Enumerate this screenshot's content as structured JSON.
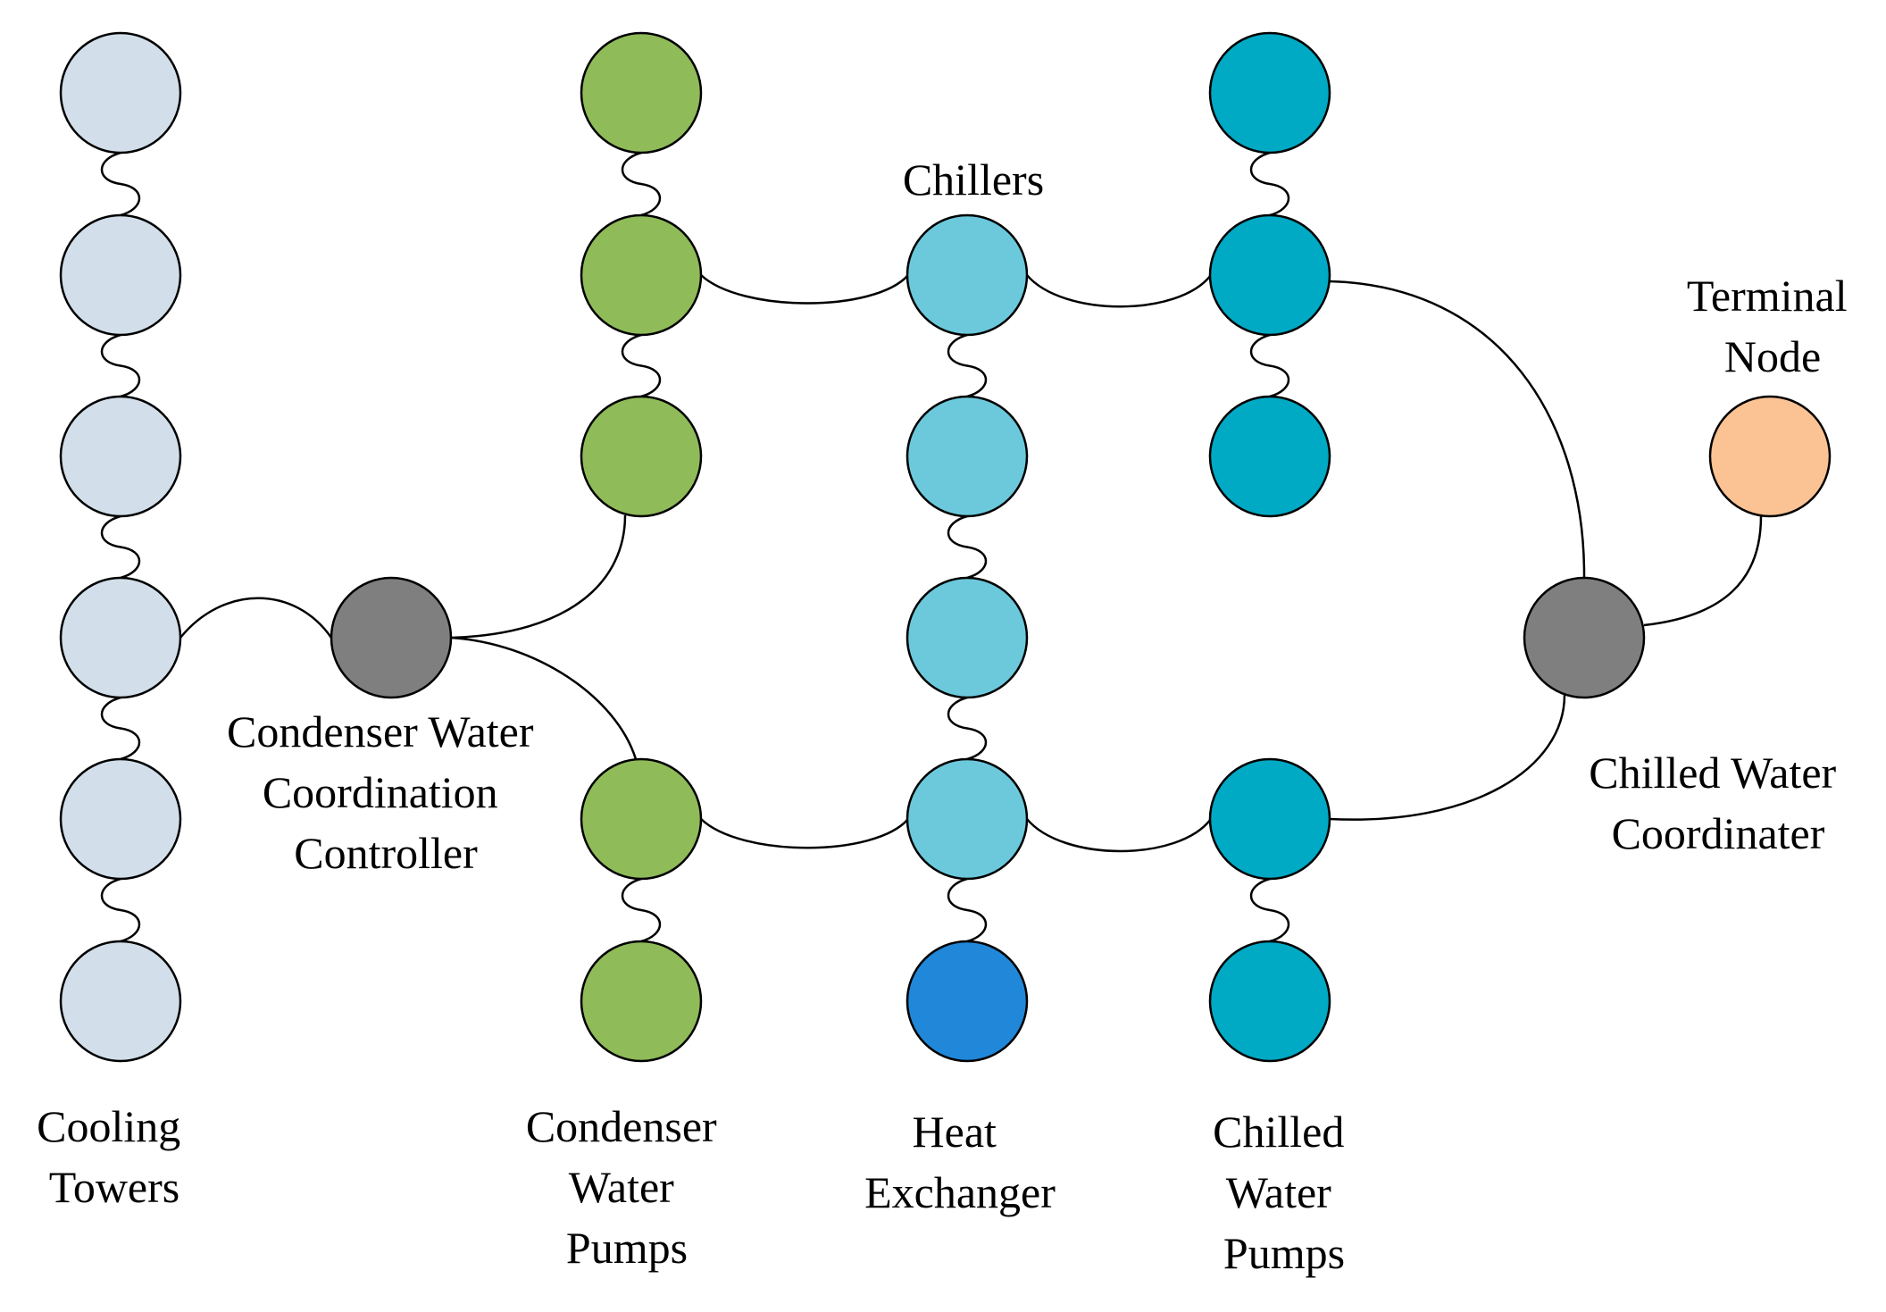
{
  "colors": {
    "cooling_tower": "#d2dfea",
    "condenser_pump": "#8fbb59",
    "chiller": "#6cc9dc",
    "chilled_pump": "#00a9c4",
    "heat_exchanger": "#2187d8",
    "controller": "#7f7f7f",
    "terminal": "#fbc293",
    "line": "#000000"
  },
  "labels": {
    "cooling_towers": [
      "Cooling",
      "Towers"
    ],
    "condenser_controller": [
      "Condenser Water",
      "Coordination",
      "Controller"
    ],
    "condenser_pumps": [
      "Condenser",
      "Water",
      "Pumps"
    ],
    "chillers": [
      "Chillers"
    ],
    "heat_exchanger": [
      "Heat",
      "Exchanger"
    ],
    "chilled_pumps": [
      "Chilled",
      "Water",
      "Pumps"
    ],
    "chilled_coordinator": [
      "Chilled Water",
      "Coordinater"
    ],
    "terminal": [
      "Terminal",
      "Node"
    ]
  },
  "groups": [
    {
      "id": "cooling_towers",
      "count": 6,
      "color_key": "cooling_tower"
    },
    {
      "id": "condenser_pumps",
      "count": 5,
      "color_key": "condenser_pump"
    },
    {
      "id": "chillers",
      "count": 4,
      "color_key": "chiller"
    },
    {
      "id": "heat_exchanger",
      "count": 1,
      "color_key": "heat_exchanger"
    },
    {
      "id": "chilled_pumps",
      "count": 5,
      "color_key": "chilled_pump"
    },
    {
      "id": "condenser_controller",
      "count": 1,
      "color_key": "controller"
    },
    {
      "id": "chilled_coordinator",
      "count": 1,
      "color_key": "controller"
    },
    {
      "id": "terminal",
      "count": 1,
      "color_key": "terminal"
    }
  ]
}
